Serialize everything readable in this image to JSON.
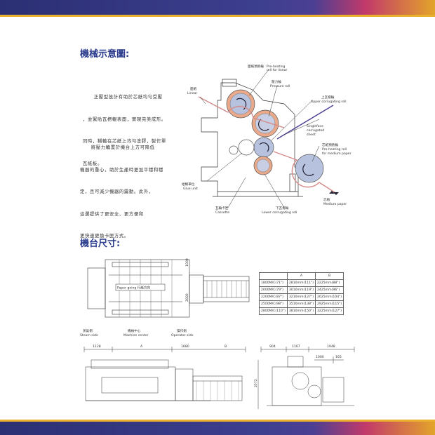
{
  "colors": {
    "heading": "#2a3a8c",
    "band_blue": "#2b2f73",
    "band_gold": "#e8b02d",
    "band_red": "#c23a6a",
    "roll_orange": "#e9a98a",
    "roll_blue": "#b7c2de"
  },
  "sections": {
    "schematic_title": "機械示意圖:",
    "dimensions_title": "機台尺寸:"
  },
  "description": {
    "para1": [
      "      正壓型設計有助於芯紙均勻受壓",
      "，並緊貼瓦楞輥表面，實現完美成形。",
      "同時，糊輪在芯紙上均勻塗膠，製作單",
      "瓦紙板。"
    ],
    "para2": [
      "      將壓力輪置於機台上方可降低",
      "機器的重心，助於生產時更加平穩和穩",
      "定，且可減少機器的震動。此外，",
      "這選提供了更安全、更方便和",
      "更快速更換卡匣方式。"
    ]
  },
  "schematic_labels": {
    "preheat_liner_zh": "面紙預熱輪",
    "preheat_liner_en1": "Pre-heating",
    "preheat_liner_en2": "roll for linear",
    "pressure_zh": "壓力輪",
    "pressure_en": "Pressure roll",
    "liner_zh": "面紙",
    "liner_en": "Linear",
    "upper_zh": "上瓦楞輪",
    "upper_en": "Upper corrugating roll",
    "single_en1": "Singleface",
    "single_en2": "corrugated",
    "single_en3": "sheet",
    "preheat_medium_zh": "芯紙預熱輪",
    "preheat_medium_en1": "Pre-heating roll",
    "preheat_medium_en2": "for medium paper",
    "glue_zh": "給糊單位",
    "glue_en": "Glue unit",
    "medium_zh": "芯紙",
    "medium_en": "Medium paper",
    "cassette_zh": "瓦輪卡匣",
    "cassette_en": "Cassette",
    "lower_zh": "下瓦楞輪",
    "lower_en": "Lower corrugating roll"
  },
  "drawing_labels": {
    "paper_going": "Paper going 行紙方向",
    "dim_1000": "1000",
    "dim_2000": "2000",
    "steam_zh": "蒸氣側",
    "steam_en": "Steam side",
    "center_zh": "機械中心",
    "center_en": "Machine center",
    "operator_zh": "操作側",
    "operator_en": "Operator side",
    "dim_1128": "1128",
    "dim_A": "A",
    "dim_1680": "1680",
    "dim_B": "B",
    "dim_904": "904",
    "dim_1167": "1167",
    "dim_1948": "1948",
    "dim_1000b": "1000",
    "dim_165": "165",
    "dim_2572": "2572"
  },
  "dimension_table": {
    "headers": [
      "",
      "A",
      "B"
    ],
    "rows": [
      [
        "1800M/C(71\")",
        "2810mm(111\")",
        "2225mm(88\")"
      ],
      [
        "2000M/C(79\")",
        "3010mm(119\")",
        "2425mm(96\")"
      ],
      [
        "2200M/C(87\")",
        "3210mm(127\")",
        "2625mm(104\")"
      ],
      [
        "2500M/C(98\")",
        "3510mm(138\")",
        "2925mm(115\")"
      ],
      [
        "2800M/C(110\")",
        "3810mm(150\")",
        "3225mm(127\")"
      ]
    ]
  }
}
